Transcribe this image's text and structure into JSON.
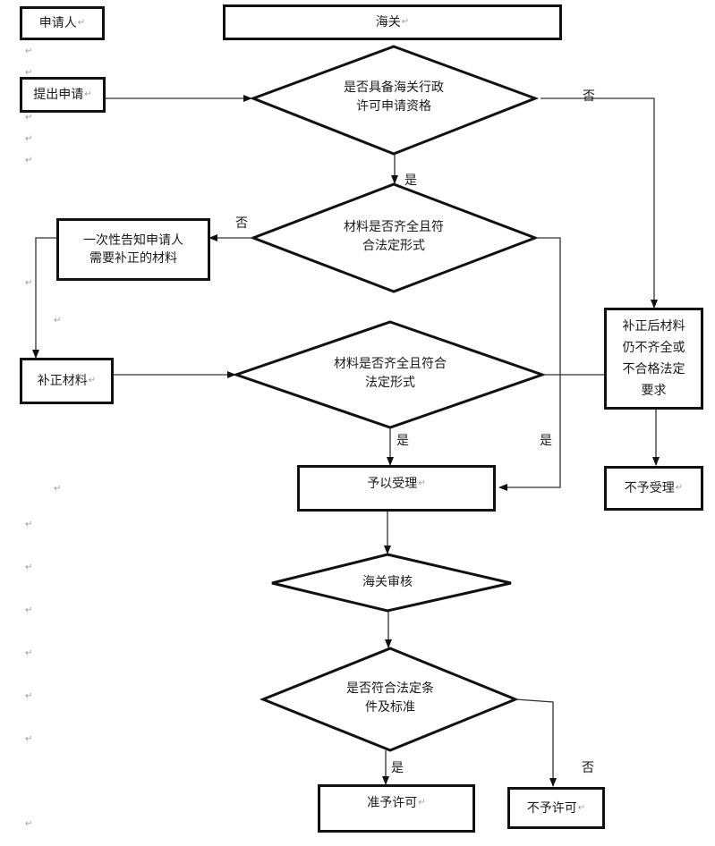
{
  "paragraph_mark": "↵",
  "lanes": {
    "applicant": "申请人",
    "customs": "海关"
  },
  "nodes": {
    "submit": "提出申请",
    "q_qualification": "是否具备海关行政\n许可申请资格",
    "q_materials_1": "材料是否齐全且符\n合法定形式",
    "notify": "一次性告知申请人\n需要补正的材料",
    "supplement": "补正材料",
    "q_materials_2": "材料是否齐全且符合\n法定形式",
    "still_incomplete": "补正后材料\n仍不齐全或\n不合格法定\n要求",
    "accept": "予以受理",
    "reject_accept": "不予受理",
    "review": "海关审核",
    "q_conditions": "是否符合法定条\n件及标准",
    "grant": "准予许可",
    "deny": "不予许可"
  },
  "edge_labels": {
    "qualification_no": "否",
    "qualification_yes": "是",
    "materials1_no": "否",
    "materials2_yes": "是",
    "materials1_yes": "是",
    "conditions_yes": "是",
    "conditions_no": "否"
  }
}
